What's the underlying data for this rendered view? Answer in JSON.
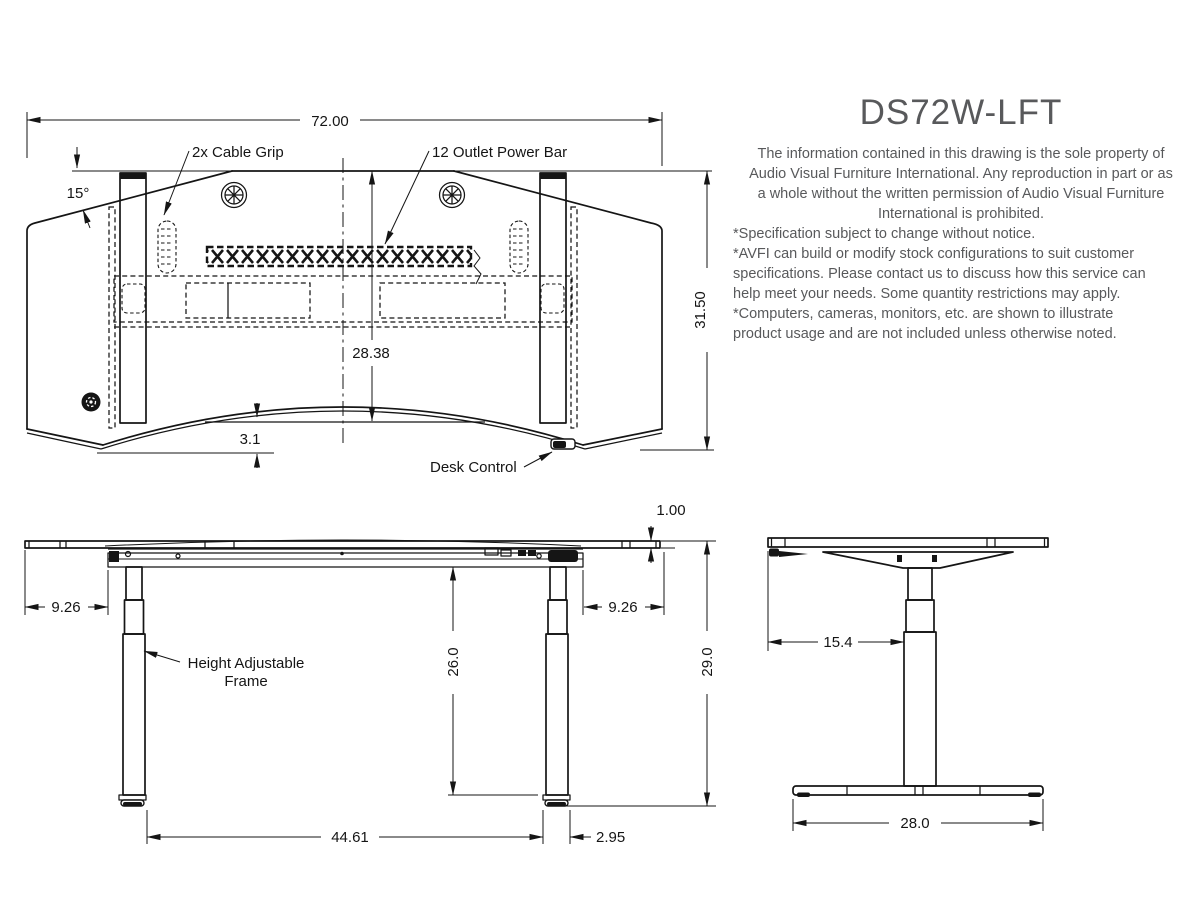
{
  "title_block": {
    "model": "DS72W-LFT",
    "legal_centered": [
      "The information contained in this drawing is the sole property of",
      "Audio Visual Furniture International. Any reproduction in part or as",
      "a whole without the written permission of Audio Visual Furniture",
      "International is prohibited."
    ],
    "notes": [
      "*Specification subject to change without notice.",
      "*AVFI can build or modify stock configurations to suit customer",
      "specifications. Please contact us to discuss how this service can",
      "help meet your needs. Some quantity restrictions may apply.",
      "*Computers, cameras, monitors, etc. are shown to illustrate",
      "product usage and are not included unless otherwise noted."
    ]
  },
  "drawing": {
    "top_view": {
      "dim_width": "72.00",
      "dim_depth": "31.50",
      "dim_center_depth": "28.38",
      "dim_bow_depth": "3.1",
      "dim_edge_angle": "15°",
      "label_cable_grip": "2x Cable Grip",
      "label_power_bar": "12 Outlet Power Bar",
      "label_desk_control": "Desk Control"
    },
    "front_view": {
      "dim_top_thickness": "1.00",
      "dim_overhang_left": "9.26",
      "dim_overhang_right": "9.26",
      "dim_clearance": "26.0",
      "dim_height": "29.0",
      "dim_leg_span": "44.61",
      "dim_foot_width": "2.95",
      "label_frame_line1": "Height Adjustable",
      "label_frame_line2": "Frame"
    },
    "side_view": {
      "dim_leg_setback": "15.4",
      "dim_foot_depth": "28.0"
    }
  }
}
